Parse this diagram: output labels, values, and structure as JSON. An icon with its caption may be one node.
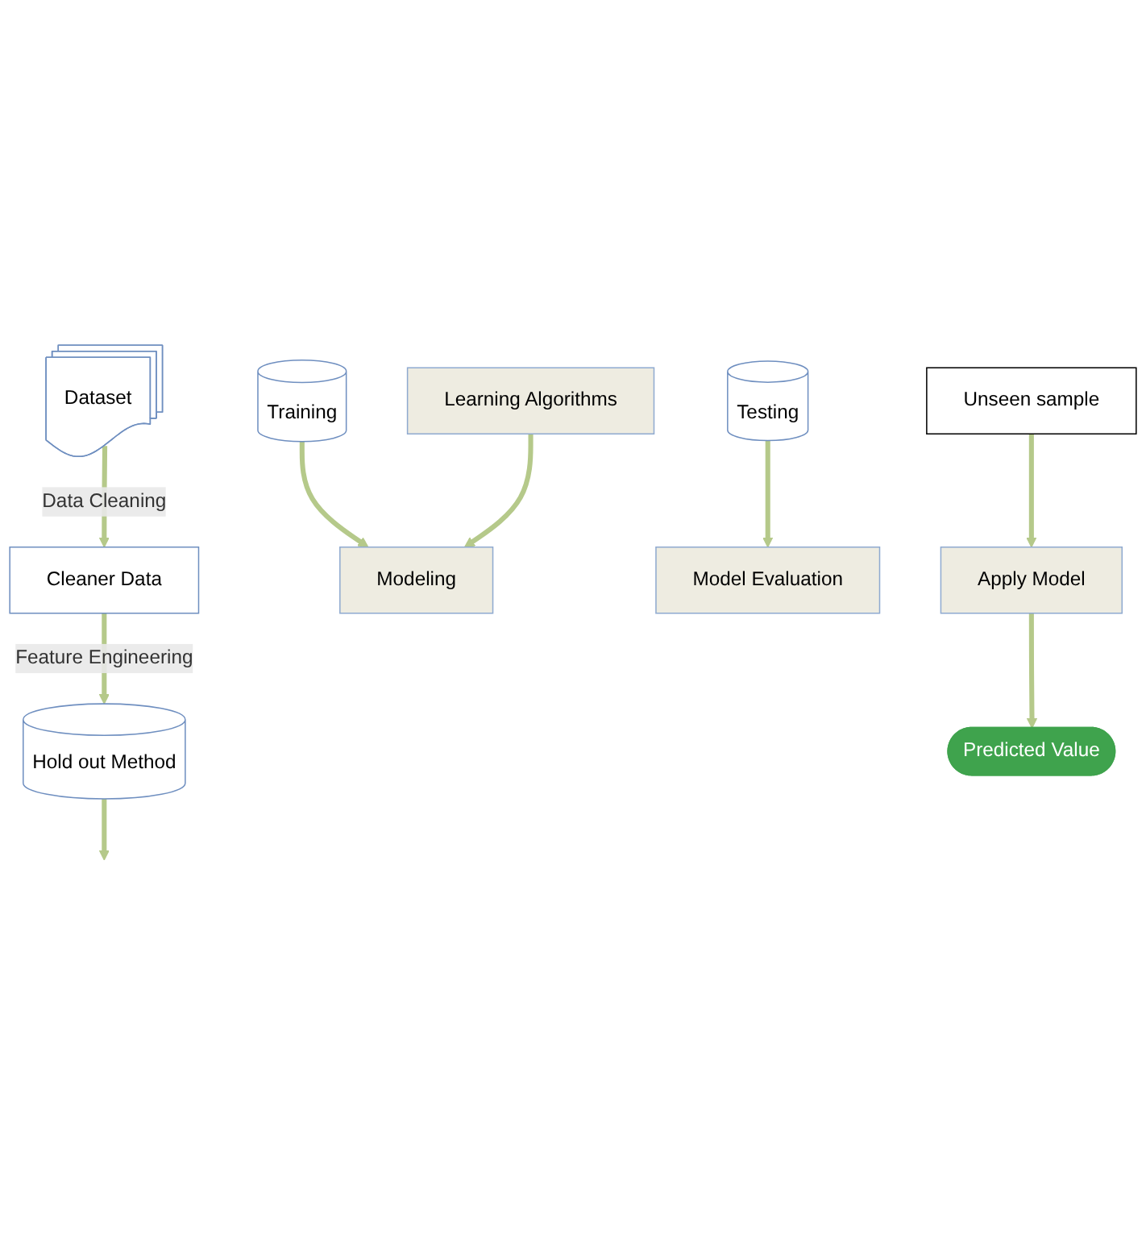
{
  "diagram": {
    "nodes": [
      {
        "text": [
          "Dataset"
        ]
      },
      {
        "text": [
          "Cleaner Data"
        ]
      },
      {
        "text": [
          "Hold out Method"
        ]
      },
      {
        "text": [
          "Testing"
        ]
      },
      {
        "text": [
          "Training"
        ]
      },
      {
        "text": [
          "Modeling"
        ]
      },
      {
        "text": [
          "Learning Algorithms"
        ]
      },
      {
        "text": [
          "Model Evaluation"
        ]
      },
      {
        "text": [
          "Unseen sample"
        ]
      },
      {
        "text": [
          "Apply Model"
        ]
      },
      {
        "text": [
          "Predicted Value"
        ]
      }
    ],
    "edges": [
      {
        "from": 0,
        "to": 1,
        "arrow": "to",
        "label": "Data Cleaning"
      },
      {
        "from": 1,
        "to": 2,
        "arrow": "to",
        "label": "Feature Engineering"
      },
      {
        "from": 2,
        "to": null,
        "arrow": "to"
      },
      {
        "from": 3,
        "to": 7,
        "arrow": "to"
      },
      {
        "from": 4,
        "to": 5,
        "arrow": "to"
      },
      {
        "from": 6,
        "to": 5,
        "arrow": "to"
      },
      {
        "from": 8,
        "to": 9,
        "arrow": "to"
      },
      {
        "from": 9,
        "to": 10,
        "arrow": "to"
      }
    ]
  }
}
